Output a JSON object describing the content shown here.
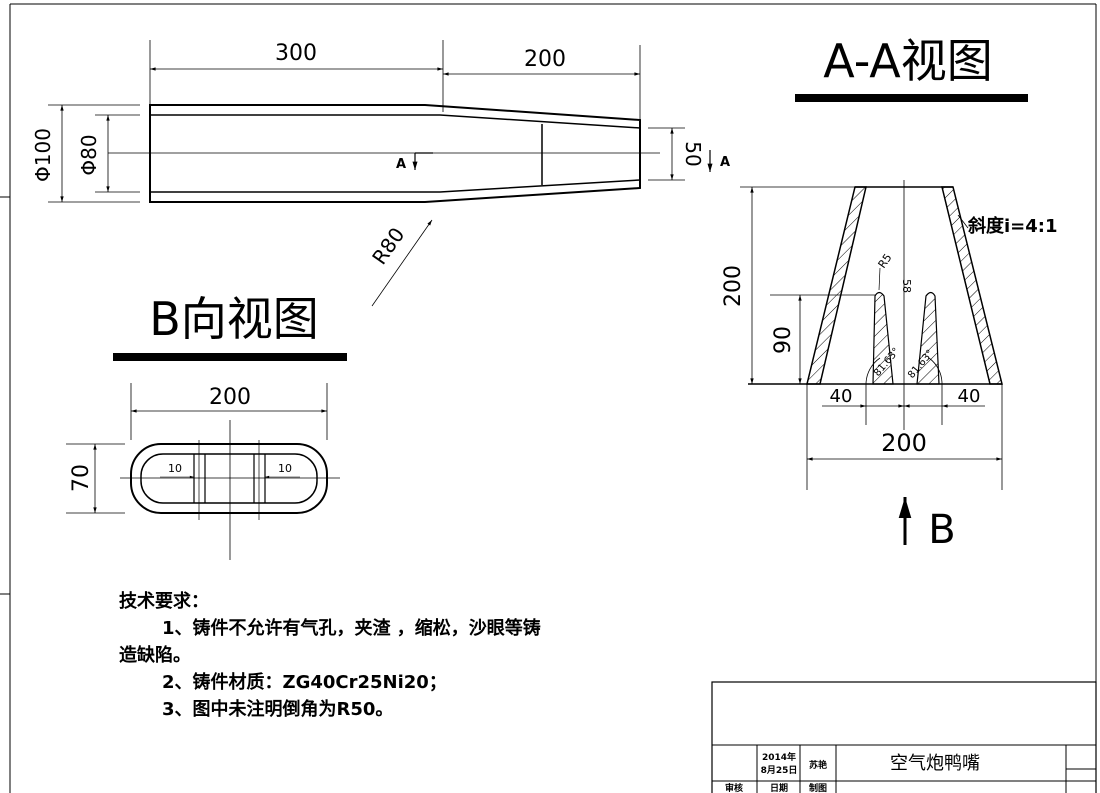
{
  "views": {
    "section_title": "A-A视图",
    "b_view_title": "B向视图"
  },
  "dims": {
    "len300": "300",
    "len200": "200",
    "dia100": "Φ100",
    "dia80": "Φ80",
    "w50": "50",
    "r80": "R80",
    "sec_marker": "A",
    "aa_height200": "200",
    "aa_height90": "90",
    "aa_r5": "R5",
    "aa_58": "58",
    "aa_angle_left": "81.63°",
    "aa_angle_right": "81.63°",
    "aa_40_left": "40",
    "aa_40_right": "40",
    "aa_width200": "200",
    "slope": "斜度i=4:1",
    "b_arrow": "B",
    "bv_width200": "200",
    "bv_height70": "70",
    "bv_10_left": "10",
    "bv_10_right": "10"
  },
  "notes": {
    "heading": "技术要求：",
    "line1": "1、铸件不允许有气孔，夹渣 ，缩松，沙眼等铸",
    "line1b": "造缺陷。",
    "line2": "2、铸件材质：ZG40Cr25Ni20；",
    "line3": "3、图中未注明倒角为R50。"
  },
  "title_block": {
    "date": "2014年",
    "date2": "8月25日",
    "author": "苏艳",
    "part_name": "空气炮鸭嘴",
    "review": "审核",
    "date_label": "日期",
    "draw_label": "制图"
  }
}
